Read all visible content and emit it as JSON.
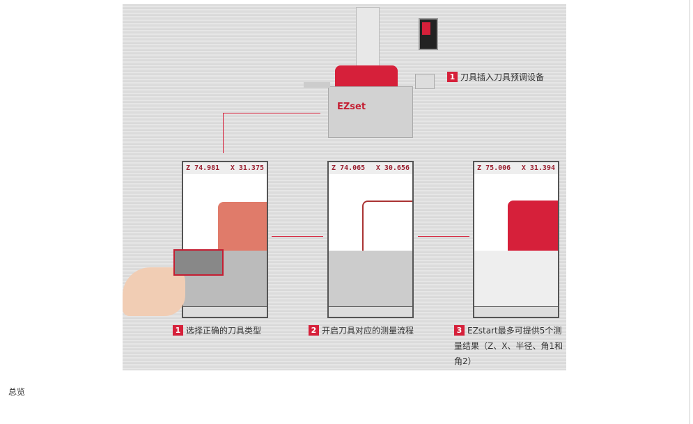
{
  "figure": {
    "steps": [
      {
        "num": "1",
        "text": "刀具插入刀具预调设备"
      },
      {
        "num": "1",
        "text": "选择正确的刀具类型"
      },
      {
        "num": "2",
        "text": "开启刀具对应的测量流程"
      },
      {
        "num": "3",
        "text": "EZstart最多可提供5个测量结果（Z、X、半径、角1和角2）"
      }
    ],
    "screens": [
      {
        "z_label": "Z",
        "z": "74.981",
        "x_label": "X",
        "x": "31.375"
      },
      {
        "z_label": "Z",
        "z": "74.065",
        "x_label": "X",
        "x": "30.656"
      },
      {
        "z_label": "Z",
        "z": "75.006",
        "x_label": "X",
        "x": "31.394"
      }
    ],
    "machine_logo": "EZset",
    "accent": "#d6203a"
  },
  "footer": {
    "title": "总览"
  }
}
